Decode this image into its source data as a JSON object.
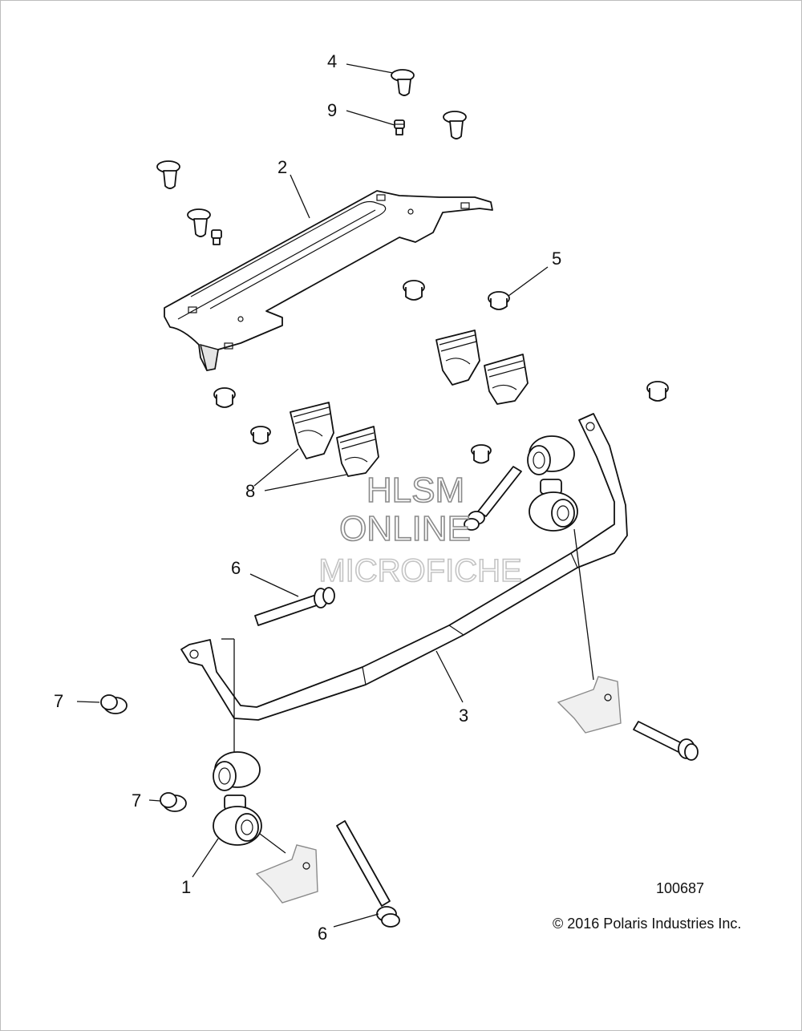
{
  "callouts": [
    "1",
    "2",
    "3",
    "4",
    "5",
    "6",
    "7",
    "8",
    "9"
  ],
  "callout_repeats": {
    "6_second": "6",
    "7_second": "7"
  },
  "watermark": {
    "line1": "HLSM",
    "line2": "ONLINE",
    "line3": "MICROFICHE"
  },
  "diagram_number": "100687",
  "copyright": "© 2016 Polaris Industries Inc.",
  "colors": {
    "ink": "#111111",
    "watermark_outline": "#8a8a8a",
    "background": "#ffffff"
  }
}
